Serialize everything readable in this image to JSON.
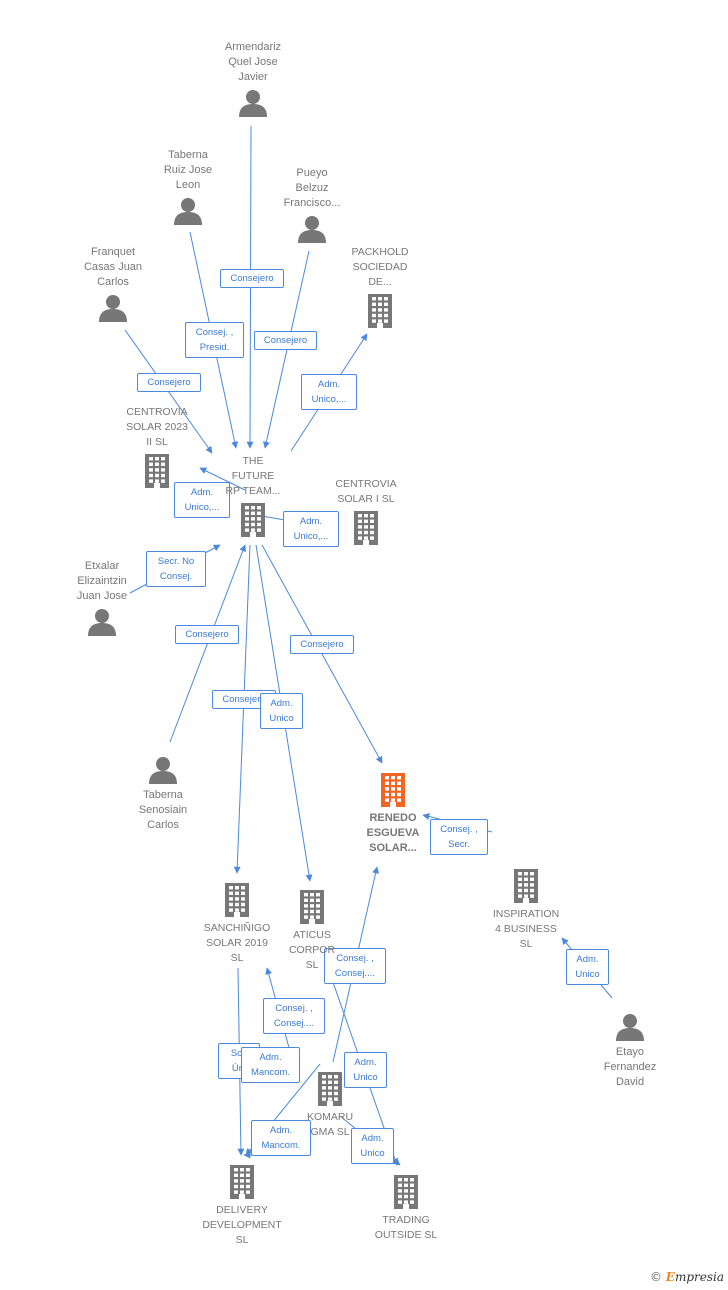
{
  "nodes": [
    {
      "id": "armendariz",
      "kind": "person",
      "lines": [
        "Armendariz",
        "Quel Jose",
        "Javier"
      ]
    },
    {
      "id": "taberna_ruiz",
      "kind": "person",
      "lines": [
        "Taberna",
        "Ruiz Jose",
        "Leon"
      ]
    },
    {
      "id": "pueyo",
      "kind": "person",
      "lines": [
        "Pueyo",
        "Belzuz",
        "Francisco..."
      ]
    },
    {
      "id": "franquet",
      "kind": "person",
      "lines": [
        "Franquet",
        "Casas Juan",
        "Carlos"
      ]
    },
    {
      "id": "packhold",
      "kind": "company",
      "lines": [
        "PACKHOLD",
        "SOCIEDAD",
        "DE..."
      ]
    },
    {
      "id": "centrovia2023",
      "kind": "company",
      "lines": [
        "CENTROVIA",
        "SOLAR 2023",
        "II  SL"
      ]
    },
    {
      "id": "future",
      "kind": "company",
      "lines": [
        "THE",
        "FUTURE",
        "RP TEAM..."
      ]
    },
    {
      "id": "centrovia1",
      "kind": "company",
      "lines": [
        "CENTROVIA",
        "SOLAR I  SL"
      ]
    },
    {
      "id": "etxalar",
      "kind": "person",
      "lines": [
        "Etxalar",
        "Elizaintzin",
        "Juan Jose"
      ]
    },
    {
      "id": "taberna_seno",
      "kind": "person",
      "lines": [
        "Taberna",
        "Senosiain",
        "Carlos"
      ]
    },
    {
      "id": "renedo",
      "kind": "focus",
      "lines": [
        "RENEDO",
        "ESGUEVA",
        "SOLAR..."
      ]
    },
    {
      "id": "inspiration",
      "kind": "company",
      "lines": [
        "INSPIRATION",
        "4 BUSINESS",
        "SL"
      ]
    },
    {
      "id": "sanchinigo",
      "kind": "company",
      "lines": [
        "SANCHIÑIGO",
        "SOLAR 2019",
        "SL"
      ]
    },
    {
      "id": "aticus",
      "kind": "company",
      "lines": [
        "ATICUS",
        "CORPOR",
        "SL"
      ]
    },
    {
      "id": "etayo",
      "kind": "person",
      "lines": [
        "Etayo",
        "Fernandez",
        "David"
      ]
    },
    {
      "id": "komaru",
      "kind": "company",
      "lines": [
        "KOMARU",
        "GMA SL"
      ]
    },
    {
      "id": "delivery",
      "kind": "company",
      "lines": [
        "DELIVERY",
        "DEVELOPMENT",
        "SL"
      ]
    },
    {
      "id": "trading",
      "kind": "company",
      "lines": [
        "TRADING",
        "OUTSIDE  SL"
      ]
    }
  ],
  "edges": [
    {
      "from": "armendariz",
      "to": "future",
      "label": [
        "Consejero"
      ]
    },
    {
      "from": "taberna_ruiz",
      "to": "future",
      "label": [
        "Consej. ,",
        "Presid."
      ]
    },
    {
      "from": "pueyo",
      "to": "future",
      "label": [
        "Consejero"
      ]
    },
    {
      "from": "franquet",
      "to": "future",
      "label": [
        "Consejero"
      ]
    },
    {
      "from": "future",
      "to": "packhold",
      "label": [
        "Adm.",
        "Unico,..."
      ]
    },
    {
      "from": "future",
      "to": "centrovia2023",
      "label": [
        "Adm.",
        "Unico,..."
      ]
    },
    {
      "from": "future",
      "to": "centrovia1",
      "label": [
        "Adm.",
        "Unico,..."
      ]
    },
    {
      "from": "etxalar",
      "to": "future",
      "label": [
        "Secr.  No",
        "Consej."
      ]
    },
    {
      "from": "taberna_seno",
      "to": "future",
      "label": [
        "Consejero"
      ]
    },
    {
      "from": "future",
      "to": "renedo",
      "label": [
        "Consejero"
      ]
    },
    {
      "from": "future",
      "to": "sanchinigo",
      "label": [
        "Consejero"
      ]
    },
    {
      "from": "future",
      "to": "aticus",
      "label": [
        "Adm.",
        "Unico"
      ]
    },
    {
      "from": "inspiration",
      "to": "renedo",
      "label": [
        "Consej. ,",
        "Secr."
      ]
    },
    {
      "from": "etayo",
      "to": "inspiration",
      "label": [
        "Adm.",
        "Unico"
      ]
    },
    {
      "from": "komaru",
      "to": "renedo",
      "label": [
        "Consej. ,",
        "Consej...."
      ]
    },
    {
      "from": "komaru",
      "to": "sanchinigo",
      "label": [
        "Consej. ,",
        "Consej...."
      ]
    },
    {
      "from": "sanchinigo",
      "to": "delivery",
      "label": [
        "Soc",
        "Úni"
      ]
    },
    {
      "from": "komaru",
      "to": "delivery",
      "label": [
        "Adm.",
        "Mancom."
      ]
    },
    {
      "from": "komaru",
      "to": "delivery",
      "label": [
        "Adm.",
        "Mancom."
      ]
    },
    {
      "from": "aticus",
      "to": "trading",
      "label": [
        "Adm.",
        "Unico"
      ]
    },
    {
      "from": "komaru",
      "to": "trading",
      "label": [
        "Adm.",
        "Unico"
      ]
    }
  ],
  "colors": {
    "node": "#777777",
    "focus": "#f26522",
    "edge": "#4a89dc",
    "edge_text": "#3a7bd5"
  },
  "footer": {
    "copyright": "©",
    "brand_first": "E",
    "brand_rest": "mpresia"
  }
}
